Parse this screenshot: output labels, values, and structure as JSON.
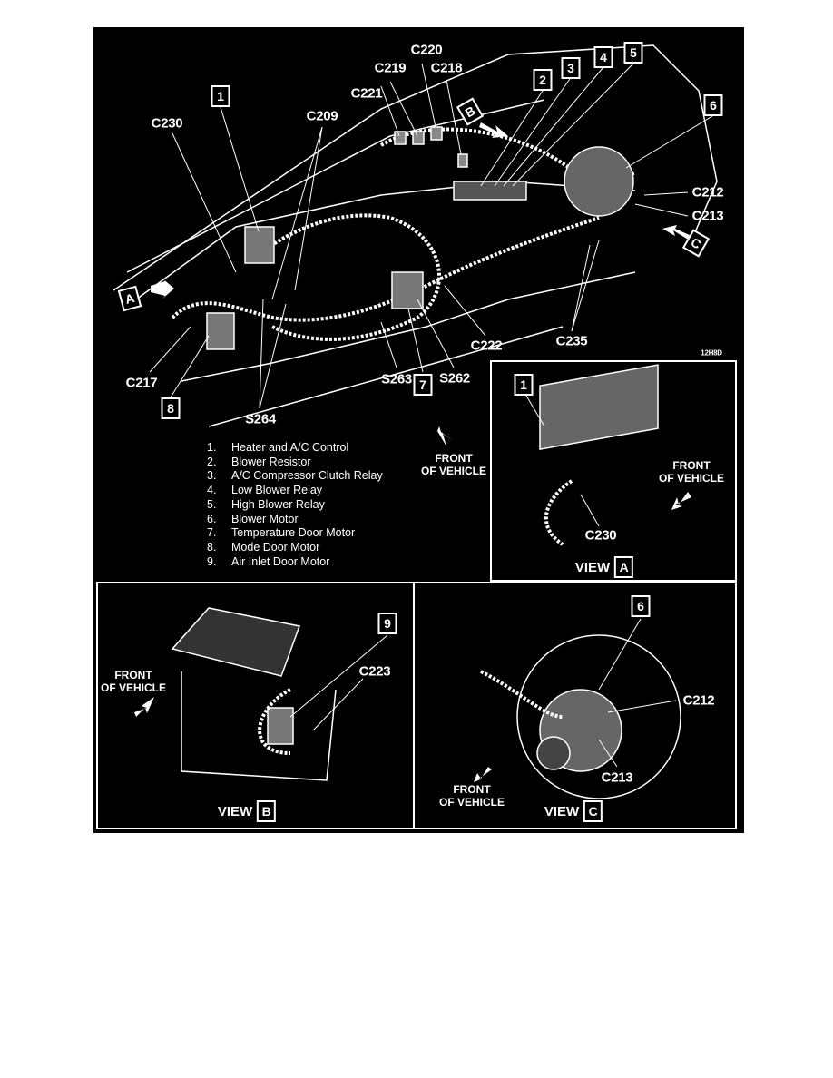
{
  "main_view": {
    "connectors": [
      "C220",
      "C219",
      "C218",
      "C221",
      "C209",
      "C230",
      "C212",
      "C213",
      "C235",
      "C222",
      "C217"
    ],
    "splices": [
      "S262",
      "S263",
      "S264"
    ],
    "callouts": [
      "1",
      "2",
      "3",
      "4",
      "5",
      "6",
      "7",
      "8"
    ],
    "view_refs": [
      "A",
      "B",
      "C"
    ],
    "figure_code": "12H8D",
    "front_label": [
      "FRONT",
      "OF VEHICLE"
    ]
  },
  "legend": [
    {
      "num": "1.",
      "text": "Heater and A/C Control"
    },
    {
      "num": "2.",
      "text": "Blower Resistor"
    },
    {
      "num": "3.",
      "text": "A/C Compressor Clutch Relay"
    },
    {
      "num": "4.",
      "text": "Low Blower Relay"
    },
    {
      "num": "5.",
      "text": "High Blower Relay"
    },
    {
      "num": "6.",
      "text": "Blower Motor"
    },
    {
      "num": "7.",
      "text": "Temperature Door Motor"
    },
    {
      "num": "8.",
      "text": "Mode Door Motor"
    },
    {
      "num": "9.",
      "text": "Air Inlet Door Motor"
    }
  ],
  "view_a": {
    "callout": "1",
    "connector": "C230",
    "front_label": [
      "FRONT",
      "OF VEHICLE"
    ],
    "title": "VIEW",
    "letter": "A"
  },
  "view_b": {
    "callout": "9",
    "connector": "C223",
    "front_label": [
      "FRONT",
      "OF VEHICLE"
    ],
    "title": "VIEW",
    "letter": "B"
  },
  "view_c": {
    "callout": "6",
    "connectors": [
      "C212",
      "C213"
    ],
    "front_label": [
      "FRONT",
      "OF VEHICLE"
    ],
    "title": "VIEW",
    "letter": "C"
  }
}
